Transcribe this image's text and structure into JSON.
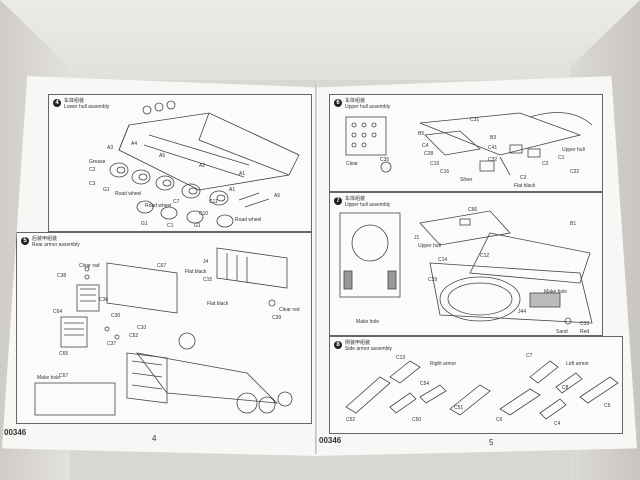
{
  "left_page": {
    "page_number": "4",
    "product_code": "00346",
    "steps": [
      {
        "number": "4",
        "title_cn": "车体组装",
        "title": "Lower hull assembly"
      },
      {
        "number": "5",
        "title_cn": "后装甲组装",
        "title": "Rear armor assembly"
      }
    ],
    "labels": {
      "s4": [
        "A3",
        "A4",
        "A5",
        "A2",
        "A1",
        "A1",
        "A6",
        "C2",
        "C10",
        "C3",
        "C7",
        "C11",
        "C1",
        "G1",
        "G1",
        "G1"
      ],
      "s4_notes": [
        "Road wheel",
        "Road wheel",
        "Road wheel",
        "Grease"
      ],
      "s5": [
        "C38",
        "C65",
        "C64",
        "C36",
        "C37",
        "C52",
        "C30",
        "C67",
        "C10",
        "C39",
        "J4",
        "C15",
        "C67"
      ],
      "s5_notes": [
        "Clear rad",
        "Flat black",
        "Flat black",
        "Clear red",
        "Make hole"
      ]
    }
  },
  "right_page": {
    "page_number": "5",
    "product_code": "00346",
    "steps": [
      {
        "number": "6",
        "title_cn": "车体组装",
        "title": "Upper hull assembly"
      },
      {
        "number": "7",
        "title_cn": "车体组装",
        "title": "Upper hull assembly"
      },
      {
        "number": "8",
        "title_cn": "侧装甲组装",
        "title": "Side armor assembly"
      }
    ],
    "labels": {
      "s6": [
        "C35",
        "C4",
        "C28",
        "C31",
        "C19",
        "C16",
        "C32",
        "C2",
        "C3",
        "C1",
        "C22",
        "B3",
        "C41",
        "B5"
      ],
      "s6_notes": [
        "Upper hull",
        "Clear",
        "Silver",
        "Flat black"
      ],
      "s7": [
        "J1",
        "C29",
        "J44",
        "C33",
        "C66",
        "C14",
        "C12",
        "B1"
      ],
      "s7_notes": [
        "Upper hull",
        "Make hole",
        "Make hole",
        "Sand",
        "Red"
      ],
      "s8": [
        "C13",
        "C54",
        "C52",
        "C50",
        "C51",
        "C7",
        "C6",
        "C8",
        "C4",
        "C5"
      ],
      "s8_notes": [
        "Right armor",
        "Left armor"
      ]
    }
  }
}
